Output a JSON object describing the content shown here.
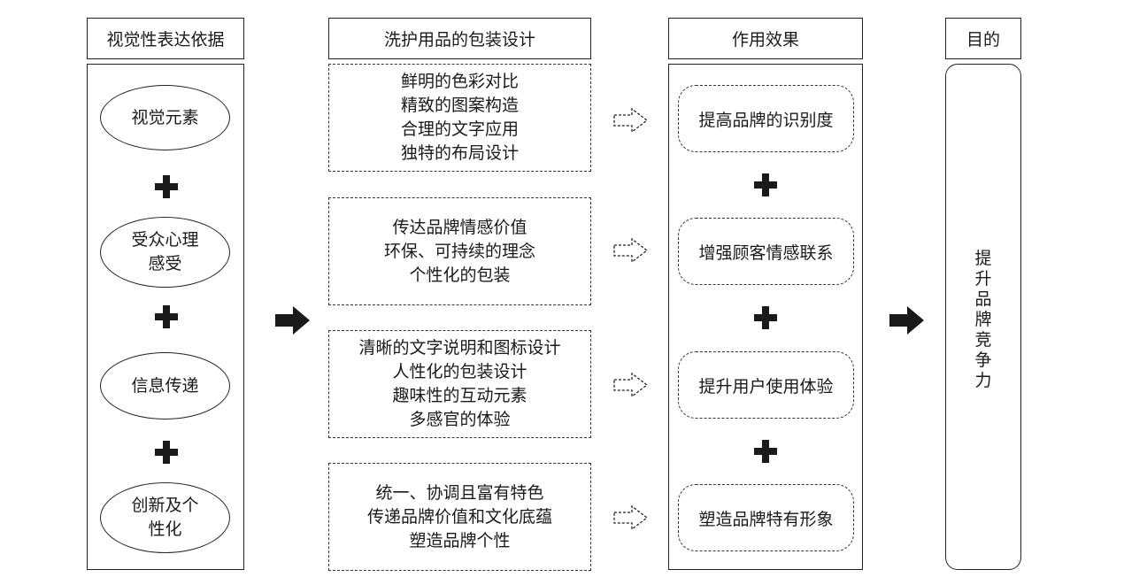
{
  "headers": {
    "basis": "视觉性表达依据",
    "design": "洗护用品的包装设计",
    "effect": "作用效果",
    "purpose": "目的"
  },
  "basis_items": [
    {
      "lines": [
        "视觉元素"
      ]
    },
    {
      "lines": [
        "受众心理",
        "感受"
      ]
    },
    {
      "lines": [
        "信息传递"
      ]
    },
    {
      "lines": [
        "创新及个",
        "性化"
      ]
    }
  ],
  "design_items": [
    {
      "lines": [
        "鲜明的色彩对比",
        "精致的图案构造",
        "合理的文字应用",
        "独特的布局设计"
      ]
    },
    {
      "lines": [
        "传达品牌情感价值",
        "环保、可持续的理念",
        "个性化的包装"
      ]
    },
    {
      "lines": [
        "清晰的文字说明和图标设计",
        "人性化的包装设计",
        "趣味性的互动元素",
        "多感官的体验"
      ]
    },
    {
      "lines": [
        "统一、协调且富有特色",
        "传递品牌价值和文化底蕴",
        "塑造品牌个性"
      ]
    }
  ],
  "effect_items": [
    "提高品牌的识别度",
    "增强顾客情感联系",
    "提升用户使用体验",
    "塑造品牌特有形象"
  ],
  "purpose_text": "提升品牌竞争力",
  "icons": {
    "plus": "plus-icon",
    "solid_arrow": "solid-arrow-right-icon",
    "hollow_arrow": "hollow-dashed-arrow-right-icon"
  }
}
